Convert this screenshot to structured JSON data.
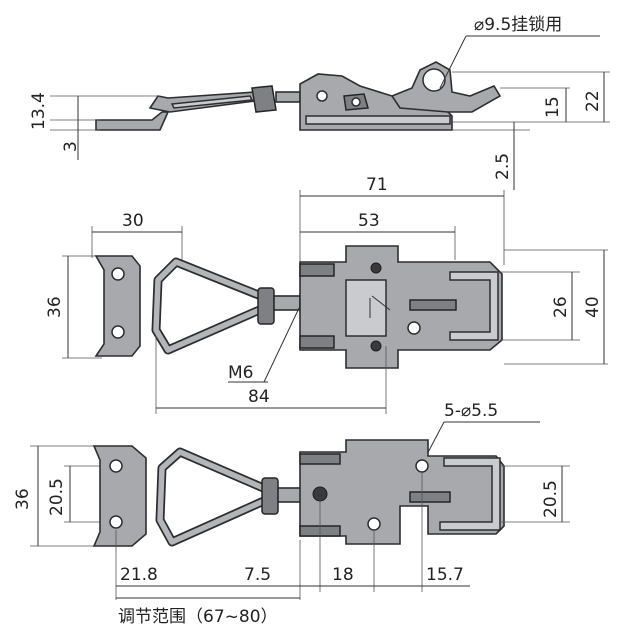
{
  "side_view": {
    "lock_hole_label": "⌀9.5挂锁用",
    "dim_13_4": "13.4",
    "dim_3": "3",
    "dim_15": "15",
    "dim_22": "22",
    "dim_2_5": "2.5"
  },
  "top_view": {
    "dim_71": "71",
    "dim_53": "53",
    "dim_30": "30",
    "dim_36": "36",
    "dim_26": "26",
    "dim_40": "40",
    "thread_label": "M6",
    "dim_84": "84"
  },
  "bottom_view": {
    "holes_label": "5-⌀5.5",
    "dim_36": "36",
    "dim_20_5_left": "20.5",
    "dim_20_5_right": "20.5",
    "dim_21_8": "21.8",
    "dim_7_5": "7.5",
    "dim_18": "18",
    "dim_15_7": "15.7",
    "adjust_range": "调节范围（67~80）"
  }
}
